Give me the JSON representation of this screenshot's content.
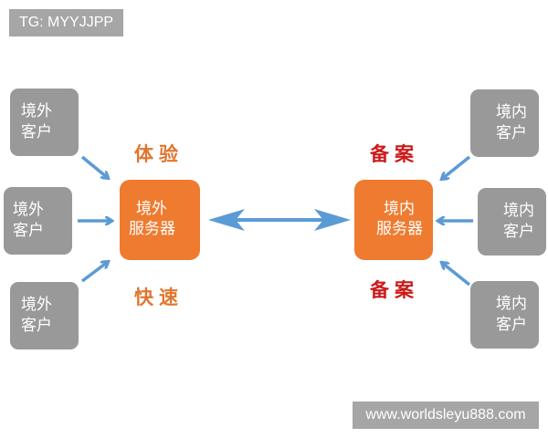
{
  "watermarks": {
    "top_left": "TG: MYYJJPP",
    "bottom_right": "www.worldsleyu888.com"
  },
  "left_side": {
    "server": {
      "line1": "境外",
      "line2": "服务器"
    },
    "clients": [
      {
        "line1": "境外",
        "line2": "客户"
      },
      {
        "line1": "境外",
        "line2": "客户"
      },
      {
        "line1": "境外",
        "line2": "客户"
      }
    ],
    "label_top": "体验",
    "label_bottom": "快速"
  },
  "right_side": {
    "server": {
      "line1": "境内",
      "line2": "服务器"
    },
    "clients": [
      {
        "line1": "境内",
        "line2": "客户"
      },
      {
        "line1": "境内",
        "line2": "客户"
      },
      {
        "line1": "境内",
        "line2": "客户"
      }
    ],
    "label_top": "备案",
    "label_bottom": "备案"
  },
  "colors": {
    "client_box": "#999999",
    "server_box": "#ee7b30",
    "arrow": "#5b9bd5",
    "label_left": "#e0762f",
    "label_right": "#cc1a1a",
    "watermark_bg": "#a6a6a6"
  }
}
